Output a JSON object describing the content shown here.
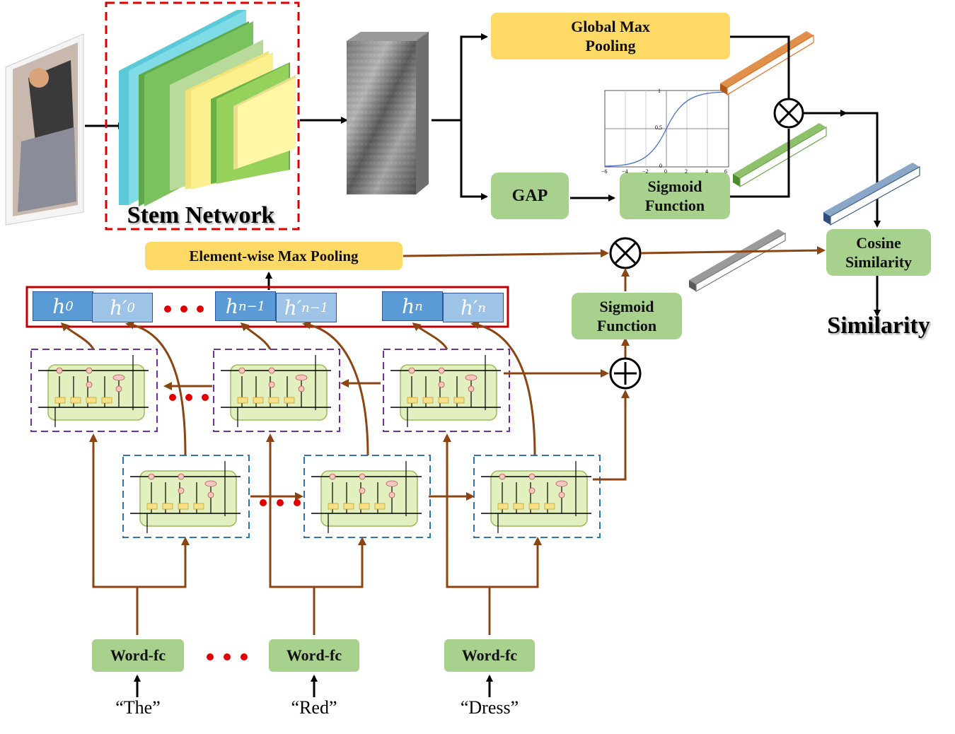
{
  "stem": {
    "label": "Stem Network"
  },
  "global_max_pooling": {
    "label": "Global Max\nPooling"
  },
  "gap": {
    "label": "GAP"
  },
  "sigmoid_top": {
    "label": "Sigmoid\nFunction"
  },
  "sigmoid_bottom": {
    "label": "Sigmoid\nFunction"
  },
  "cosine": {
    "label": "Cosine\nSimilarity"
  },
  "similarity": {
    "label": "Similarity"
  },
  "element_pool": {
    "label": "Element-wise Max Pooling"
  },
  "hidden_states": [
    {
      "main": "h",
      "sub": "0",
      "prime": ""
    },
    {
      "main": "h",
      "sub": "0",
      "prime": "′"
    },
    {
      "main": "h",
      "sub": "n−1",
      "prime": ""
    },
    {
      "main": "h",
      "sub": "n−1",
      "prime": "′"
    },
    {
      "main": "h",
      "sub": "n",
      "prime": ""
    },
    {
      "main": "h",
      "sub": "n",
      "prime": "′"
    }
  ],
  "word_fc": {
    "label": "Word-fc"
  },
  "words": [
    "“The”",
    "“Red”",
    "“Dress”"
  ],
  "sigmoid_plot": {
    "y_ticks": [
      "1",
      "0.5",
      "0"
    ],
    "x_ticks": [
      "−6",
      "−4",
      "−2",
      "0",
      "2",
      "4",
      "6"
    ]
  },
  "colors": {
    "brown": "#8b4513",
    "green": "#a9d18e",
    "yellow": "#ffd966",
    "purple": "#7030a0",
    "blue": "#2e75b6",
    "red": "#e00000"
  }
}
